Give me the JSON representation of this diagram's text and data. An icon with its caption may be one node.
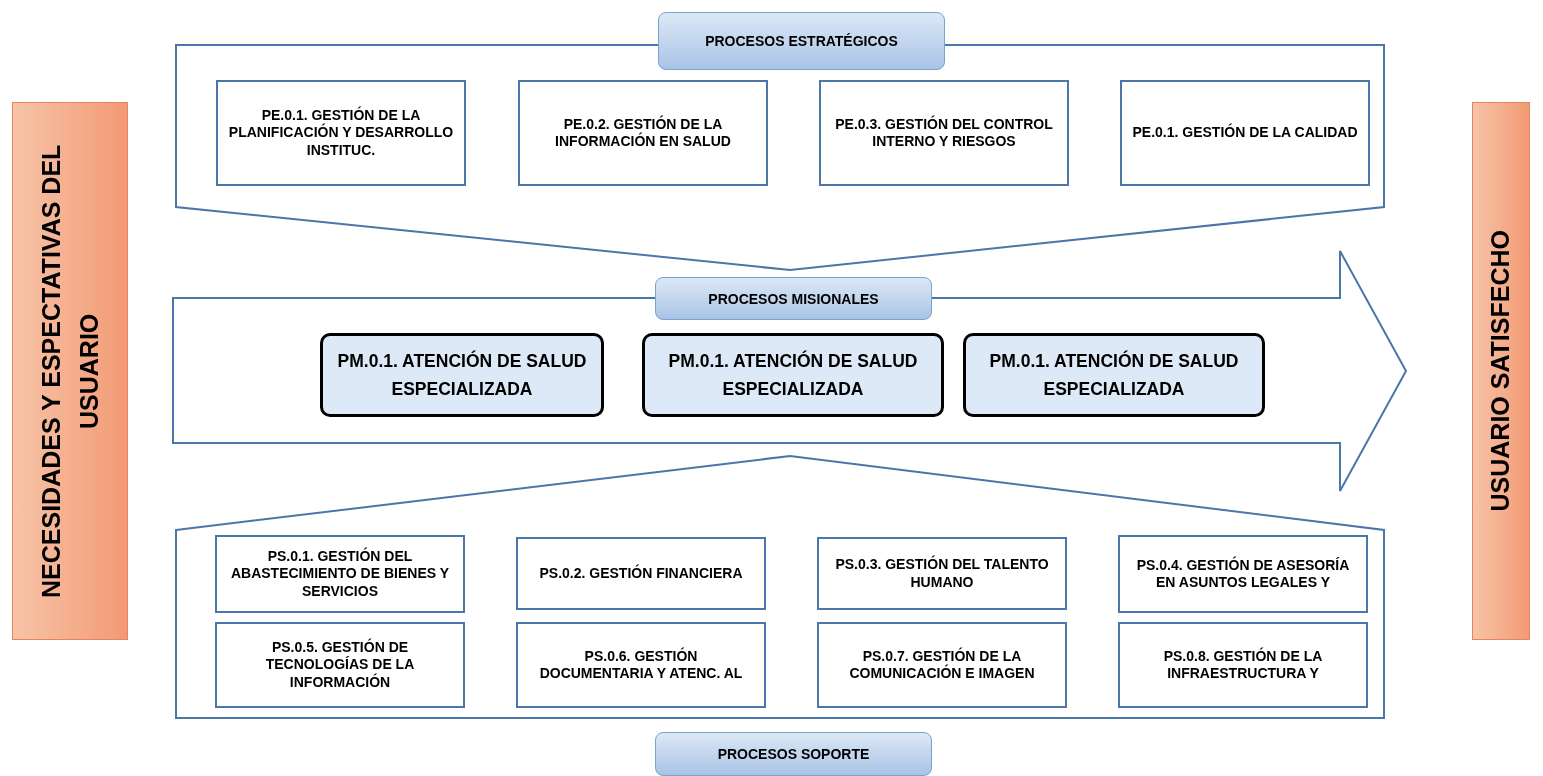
{
  "diagram": {
    "nodes": [
      {
        "text": [
          "NECESIDADES Y ESPECTATIVAS DEL USUARIO"
        ]
      },
      {
        "text": [
          "PROCESOS ESTRATÉGICOS"
        ]
      },
      {
        "text": [
          "PE.0.1. GESTIÓN DE LA PLANIFICACIÓN Y DESARROLLO INSTITUC."
        ],
        "in": 1
      },
      {
        "text": [
          "PE.0.2. GESTIÓN DE LA INFORMACIÓN EN SALUD"
        ],
        "in": 1
      },
      {
        "text": [
          "PE.0.3. GESTIÓN DEL CONTROL INTERNO Y RIESGOS"
        ],
        "in": 1
      },
      {
        "text": [
          "PE.0.1. GESTIÓN DE LA CALIDAD"
        ],
        "in": 1
      },
      {
        "text": [
          "PROCESOS MISIONALES"
        ]
      },
      {
        "text": [
          "PM.0.1. ATENCIÓN DE SALUD ESPECIALIZADA"
        ],
        "in": 6
      },
      {
        "text": [
          "PM.0.1. ATENCIÓN DE SALUD ESPECIALIZADA"
        ],
        "in": 6
      },
      {
        "text": [
          "PM.0.1. ATENCIÓN DE SALUD ESPECIALIZADA"
        ],
        "in": 6
      },
      {
        "text": [
          "PROCESOS SOPORTE"
        ]
      },
      {
        "text": [
          "PS.0.1. GESTIÓN DEL ABASTECIMIENTO DE BIENES Y SERVICIOS"
        ],
        "in": 10
      },
      {
        "text": [
          "PS.0.2. GESTIÓN FINANCIERA"
        ],
        "in": 10
      },
      {
        "text": [
          "PS.0.3. GESTIÓN DEL TALENTO HUMANO"
        ],
        "in": 10
      },
      {
        "text": [
          "PS.0.4. GESTIÓN DE ASESORÍA EN ASUNTOS LEGALES Y"
        ],
        "in": 10
      },
      {
        "text": [
          "PS.0.5. GESTIÓN DE TECNOLOGÍAS DE LA INFORMACIÓN"
        ],
        "in": 10
      },
      {
        "text": [
          "PS.0.6. GESTIÓN DOCUMENTARIA Y ATENC. AL"
        ],
        "in": 10
      },
      {
        "text": [
          "PS.0.7. GESTIÓN DE LA COMUNICACIÓN E IMAGEN"
        ],
        "in": 10
      },
      {
        "text": [
          "PS.0.8. GESTIÓN DE LA INFRAESTRUCTURA Y"
        ],
        "in": 10
      },
      {
        "text": [
          "USUARIO SATISFECHO"
        ]
      }
    ],
    "edges": []
  }
}
